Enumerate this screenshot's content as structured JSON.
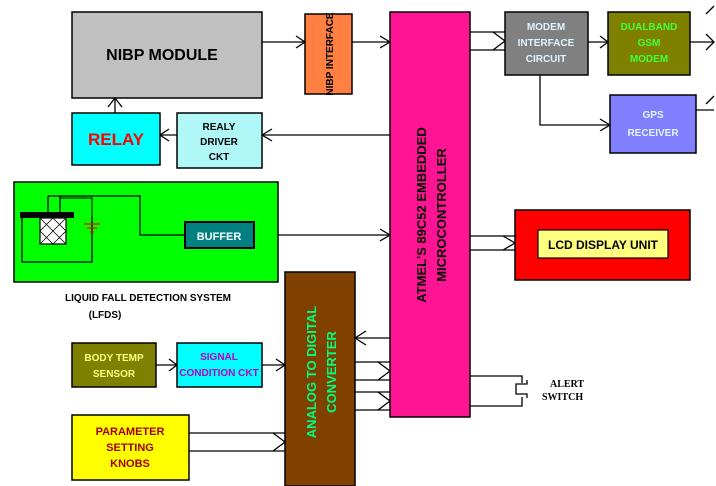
{
  "blocks": {
    "nibp_module": "NIBP MODULE",
    "nibp_interface": "NIBP INTERFACE",
    "microcontroller_line1": "ATMEL'S 89C52 EMBEDDED",
    "microcontroller_line2": "MICROCONTROLLER",
    "modem_line1": "MODEM",
    "modem_line2": "INTERFACE",
    "modem_line3": "CIRCUIT",
    "gsm_line1": "DUALBAND",
    "gsm_line2": "GSM",
    "gsm_line3": "MODEM",
    "gps_line1": "GPS",
    "gps_line2": "RECEIVER",
    "relay": "RELAY",
    "relay_driver_line1": "REALY",
    "relay_driver_line2": "DRIVER",
    "relay_driver_line3": "CKT",
    "buffer": "BUFFER",
    "lcd": "LCD DISPLAY UNIT",
    "lfds_line1": "LIQUID FALL DETECTION SYSTEM",
    "lfds_line2": "(LFDS)",
    "adc_line1": "ANALOG TO DIGITAL",
    "adc_line2": "CONVERTER",
    "body_temp_line1": "BODY TEMP",
    "body_temp_line2": "SENSOR",
    "signal_cond_line1": "SIGNAL",
    "signal_cond_line2": "CONDITION CKT",
    "param_line1": "PARAMETER",
    "param_line2": "SETTING",
    "param_line3": "KNOBS",
    "alert_line1": "ALERT",
    "alert_line2": "SWITCH"
  },
  "colors": {
    "nibp_module": "#c0c0c0",
    "nibp_interface": "#ff8040",
    "microcontroller": "#ff1493",
    "modem": "#808080",
    "gsm": "#808000",
    "gps": "#8080ff",
    "relay": "#00ffff",
    "relay_driver": "#b0f8f8",
    "lfds_panel": "#00ff00",
    "buffer": "#008080",
    "lcd": "#ff0000",
    "lcd_inner": "#ffff80",
    "adc": "#804000",
    "body_temp": "#808000",
    "signal_cond": "#00ffff",
    "param": "#ffff00"
  }
}
